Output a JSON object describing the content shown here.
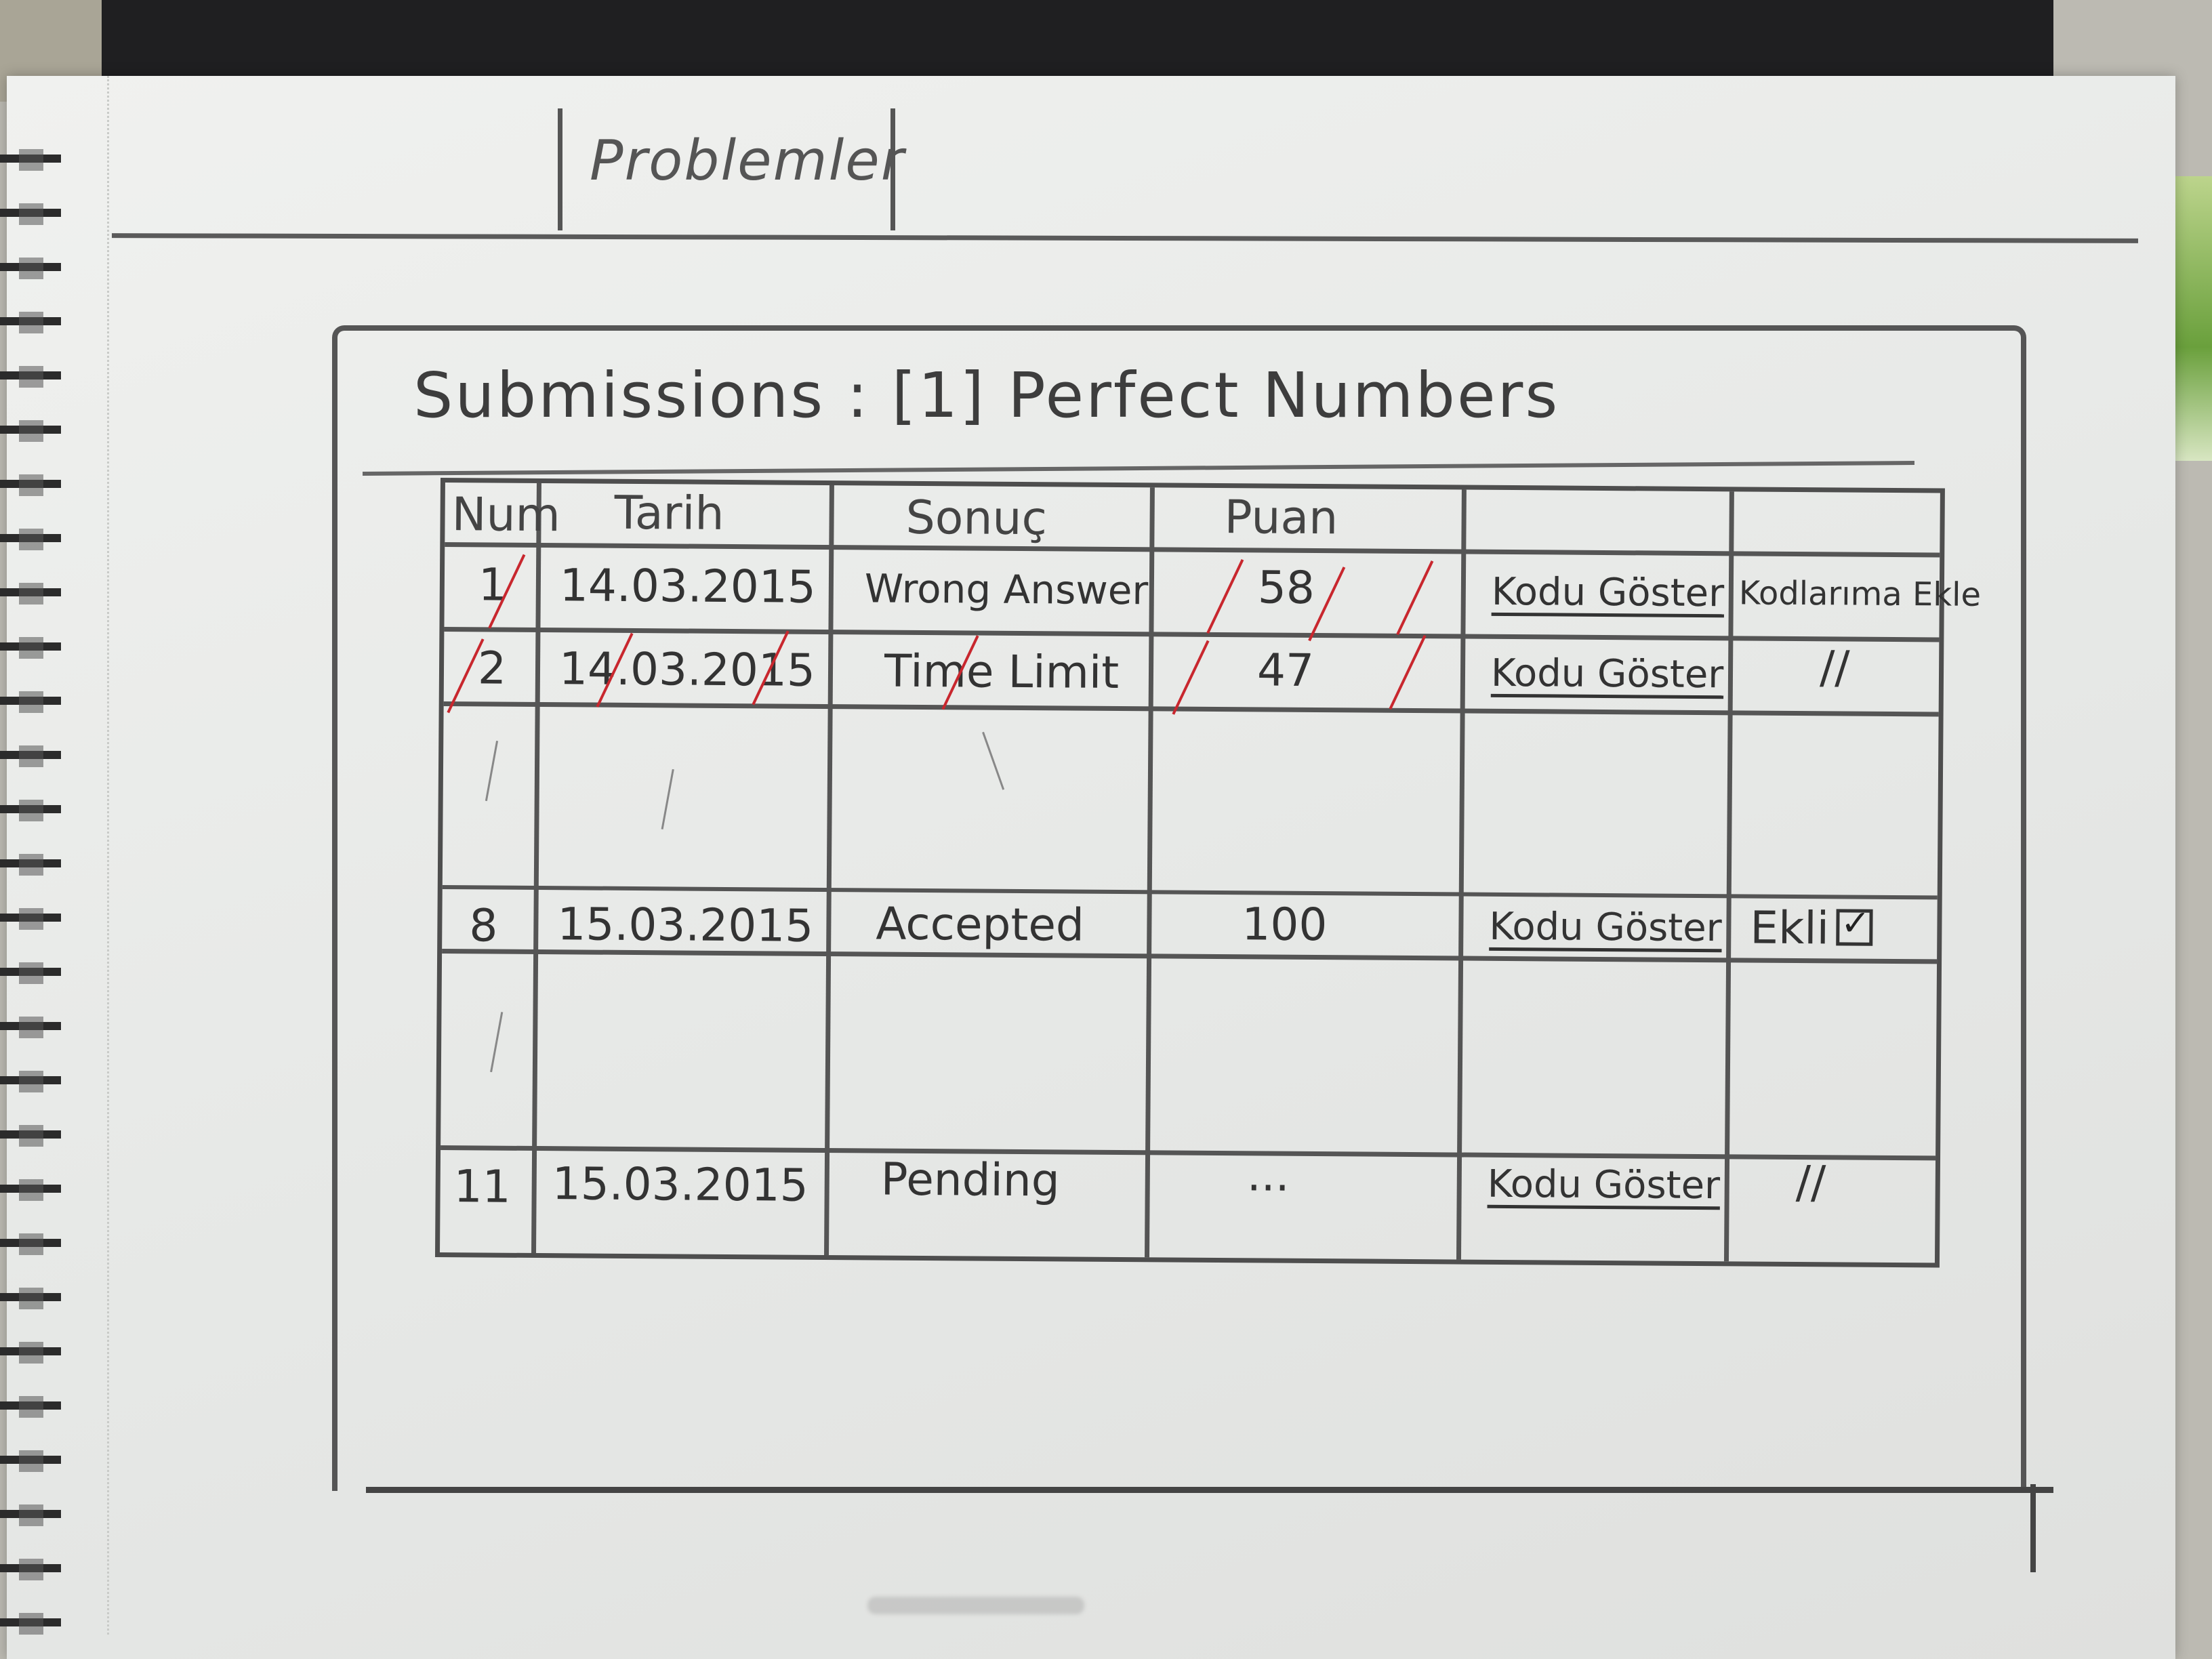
{
  "nav": {
    "tab_label": "Problemler"
  },
  "panel": {
    "title": "Submissions : [1] Perfect Numbers"
  },
  "table": {
    "headers": [
      "Num",
      "Tarih",
      "Sonuç",
      "Puan",
      "",
      ""
    ],
    "rows": [
      {
        "num": "1",
        "date": "14.03.2015",
        "result": "Wrong Answer",
        "score": "58",
        "link": "Kodu Göster",
        "extra": "Kodlarıma Ekle"
      },
      {
        "num": "2",
        "date": "14.03.2015",
        "result": "Time Limit",
        "score": "47",
        "link": "Kodu Göster",
        "extra": "//"
      },
      {
        "num": "8",
        "date": "15.03.2015",
        "result": "Accepted",
        "score": "100",
        "link": "Kodu Göster",
        "extra": "Ekli"
      },
      {
        "num": "11",
        "date": "15.03.2015",
        "result": "Pending",
        "score": "...",
        "link": "Kodu Göster",
        "extra": "//"
      }
    ]
  },
  "colors": {
    "pencil": "#3c3c3c",
    "red_pencil": "#c8272e",
    "paper": "#eceeec"
  },
  "icons": {
    "checkbox": "checked-box-icon"
  }
}
